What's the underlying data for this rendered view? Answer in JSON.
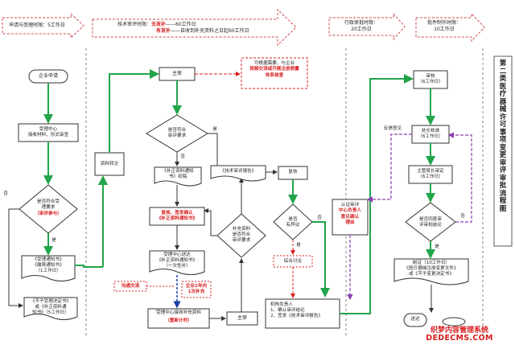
{
  "phases": {
    "p1": "申请与受理时限：5工作日",
    "p2_label": "技术审评时限：",
    "p2_row1_red": "无发补",
    "p2_row1_rest": "——60工作日",
    "p2_row2_red": "有发补",
    "p2_row2_rest": "——自收到补充资料之日起60工作日",
    "p3": "行政审批时限：\n20工作日",
    "p4": "批件制作时限：\n10工作日"
  },
  "title": "第二类医疗器械许可事项变更审评审批流程图",
  "nodes": {
    "apply": "企业申请",
    "accept_center": "受理中心\n接收材料、形式审查",
    "decision_accept_q": "是否符合受\n理要求",
    "decision_accept_note": "（审评参与）",
    "accept_notice": "《受理通知书》\n《缴费通知书》\n（1工作日）",
    "reject_notice": "《不予受理决定书》\n或《补正资料通\n知书》（5工作日）",
    "material_transfer": "资料转交",
    "main_review_top": "主审",
    "dashed_note_a": "可根据需要，与企业",
    "dashed_note_red": "视频交流或开展注册质量\n体系核查",
    "decision_req_q": "是否符合\n审评要求",
    "supplement_notice": "《补正资料通知\n书》初稿",
    "recheck_sign": "复核、签发确认\n《补正资料通知书》",
    "center_send": "受理中心送达\n《补正资料通知书》\n（一次性补）",
    "comm_box": "沟通交流",
    "enterprise_box": "企业1年内\n1次补充",
    "center_receive": "受理中心接收补充资料",
    "recalc_red": "（重新计时）",
    "main_review_bottom": "主审",
    "supp_decision_q": "补充资料\n是否符合\n审评要求",
    "tech_report": "《技术审评报告》",
    "recheck_node": "复核",
    "disagree_q": "是否\n有异议",
    "overall_discuss": "综合讨论",
    "org_leader": "机构负责人\n1、确认审评结论\n2、签发《技术审评报告》",
    "recognition_a": "认证审评",
    "recognition_red": "中心负责人\n意见确认\n理由",
    "feedback": "反馈意见",
    "approval_review": "审核\n（6工作日）",
    "division_head": "处长核准\n（6工作日）",
    "leader_approve": "主管局长审定\n（6工作日）",
    "agree_q": "是否同意审\n评审批结论",
    "production": "制证（10工作日）\n《医疗器械注册变更文件》\n或《不予变更决定书》",
    "deliver": "送达"
  },
  "edge_labels": {
    "yes1": "是",
    "no1": "否",
    "yes2": "是",
    "no2": "否",
    "no3": "否",
    "yes3": "是",
    "no4": "否",
    "yes4": "是"
  },
  "watermark": {
    "line1": "织梦内容管理系统",
    "line2": "DEDECMS.COM"
  },
  "colors": {
    "green": "#21a54a",
    "red": "#d81e1e",
    "purple": "#8a3fb0",
    "blue": "#1b3ea8",
    "line": "#333333"
  }
}
